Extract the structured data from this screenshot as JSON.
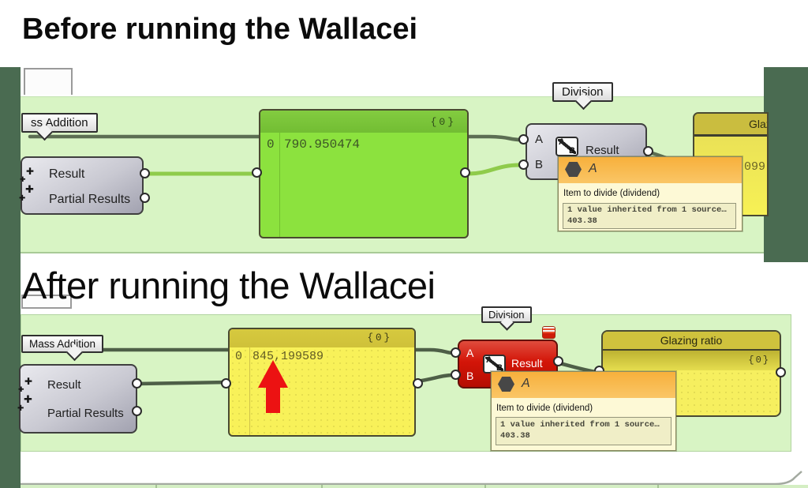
{
  "titles": {
    "before": "Before running the Wallacei",
    "after": "After running the Wallacei"
  },
  "colors": {
    "canvas_green": "#d8f4c4",
    "panel_green_body": "#8ce23e",
    "panel_green_header": "#7cc838",
    "panel_yellow_body": "#f8f159",
    "panel_yellow_header": "#d2c53e",
    "node_red": "#d31508",
    "tooltip_orange": "#f8b84a",
    "rhino_viewport_dark": "#4a6b51",
    "wire_dark": "#5c6e53",
    "wire_green": "#8fcb4b",
    "arrow_red": "#ec1212"
  },
  "before": {
    "addition_callout": "ss Addition",
    "ma_node": {
      "out1": "Result",
      "out2": "Partial Results"
    },
    "panel": {
      "badge": "{0}",
      "index": "0",
      "value": "790.950474"
    },
    "division": {
      "callout": "Division",
      "in_a": "A",
      "in_b": "B",
      "icon_a": "A",
      "icon_b": "B",
      "out_label": "Result"
    },
    "side_node": {
      "title": "Glazing ratio",
      "value": "099"
    },
    "tooltip": {
      "param": "A",
      "desc": "Item to divide (dividend)",
      "info_line1": "1 value inherited from 1 source…",
      "info_line2": "403.38"
    }
  },
  "after": {
    "addition_callout": "Mass Addition",
    "ma_node": {
      "out1": "Result",
      "out2": "Partial Results"
    },
    "panel": {
      "badge": "{0}",
      "index": "0",
      "value": "845,199589"
    },
    "division": {
      "callout": "Division",
      "in_a": "A",
      "in_b": "B",
      "icon_a": "A",
      "icon_b": "B",
      "out_label": "Result"
    },
    "glazing": {
      "title": "Glazing ratio",
      "badge": "{0}"
    },
    "tooltip": {
      "param": "A",
      "desc": "Item to divide (dividend)",
      "info_line1": "1 value inherited from 1 source…",
      "info_line2": "403.38"
    }
  }
}
